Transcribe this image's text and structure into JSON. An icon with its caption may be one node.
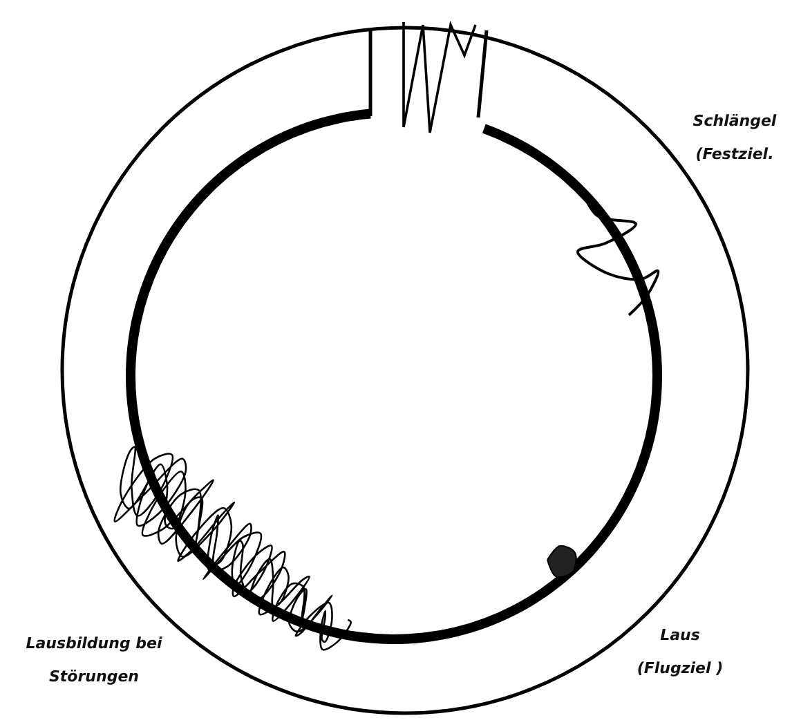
{
  "diagram": {
    "labels": [
      "Schlängel (Festziel.",
      "Laus (Flugziel )",
      "Lausbildung bei Störungen"
    ]
  }
}
